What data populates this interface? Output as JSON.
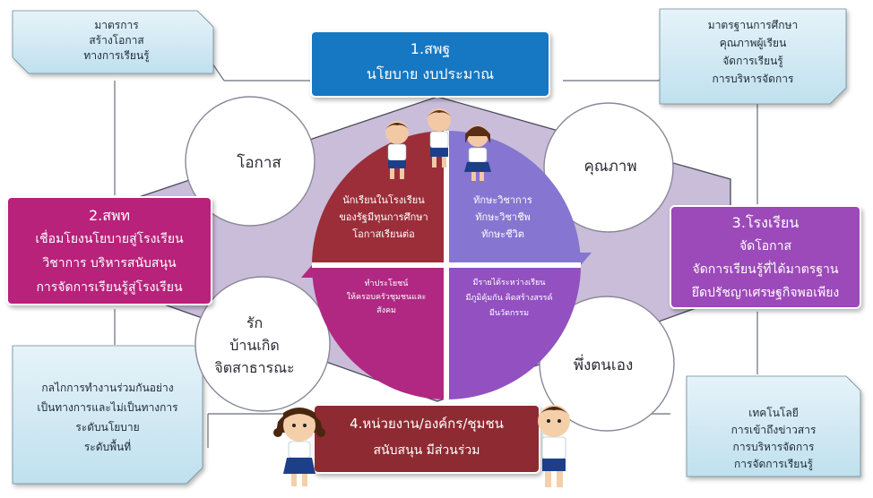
{
  "top_box": {
    "lines": [
      "1.สพฐ",
      "นโยบาย งบประมาณ"
    ]
  },
  "left_box": {
    "lines": [
      "2.สพท",
      "เชื่อมโยงนโยบายสู่โรงเรียน",
      "วิชาการ บริหารสนับสนุน",
      "การจัดการเรียนรู้สู่โรงเรียน"
    ]
  },
  "right_box": {
    "lines": [
      "3.โรงเรียน",
      "จัดโอกาส",
      "จัดการเรียนรู้ที่ได้มาตรฐาน",
      "ยึดปรัชญาเศรษฐกิจพอเพียง"
    ]
  },
  "bottom_box": {
    "lines": [
      "4.หน่วยงาน/องค์กร/ชุมชน",
      "สนับสนุน มีส่วนร่วม"
    ]
  },
  "note_top_left": {
    "lines": [
      "มาตรการ",
      "สร้างโอกาส",
      "ทางการเรียนรู้"
    ]
  },
  "note_top_right": {
    "lines": [
      "มาตรฐานการศึกษา",
      "คุณภาพผู้เรียน",
      "จัดการเรียนรู้",
      "การบริหารจัดการ"
    ]
  },
  "note_bottom_left": {
    "lines": [
      "กลไกการทำงานร่วมกันอย่าง",
      "เป็นทางการและไม่เป็นทางการ",
      "ระดับนโยบาย",
      "ระดับพื้นที่"
    ]
  },
  "note_bottom_right": {
    "lines": [
      "เทคโนโลยี",
      "การเข้าถึงข่าวสาร",
      "การบริหารจัดการ",
      "การจัดการเรียนรู้"
    ]
  },
  "circle_top_left": {
    "lines": [
      "โอกาส"
    ]
  },
  "circle_top_right": {
    "lines": [
      "คุณภาพ"
    ]
  },
  "circle_bottom_left": {
    "lines": [
      "รัก",
      "บ้านเกิด",
      "จิตสาธารณะ"
    ]
  },
  "circle_bottom_right": {
    "lines": [
      "พึ่งตนเอง"
    ]
  },
  "quad_top_left": {
    "lines": [
      "นักเรียนในโรงเรียน",
      "ของรัฐมีทุนการศึกษา",
      "โอกาสเรียนต่อ"
    ]
  },
  "quad_top_right": {
    "lines": [
      "ทักษะวิชาการ",
      "ทักษะวิชาชีพ",
      "ทักษะชีวิต"
    ]
  },
  "quad_bottom_left": {
    "lines": [
      "ทำประโยชน์",
      "ให้ครอบครัวชุมชนและ",
      "สังคม"
    ]
  },
  "quad_bottom_right": {
    "lines": [
      "มีรายได้ระหว่างเรียน",
      "มีภูมิคุ้มกัน คิดสร้างสรรค์",
      "มีนวัตกรรม"
    ]
  },
  "colors": {
    "top_box": "#1577c2",
    "left_box": "#b8227a",
    "right_box": "#9c49b9",
    "bottom_box": "#8e2a33",
    "note_bg": "#cfe8f3",
    "diamond": "#c9bdd9",
    "quad_tl": "#9b2e39",
    "quad_tr": "#8676d1",
    "quad_bl": "#b02882",
    "quad_br": "#9250c1"
  }
}
